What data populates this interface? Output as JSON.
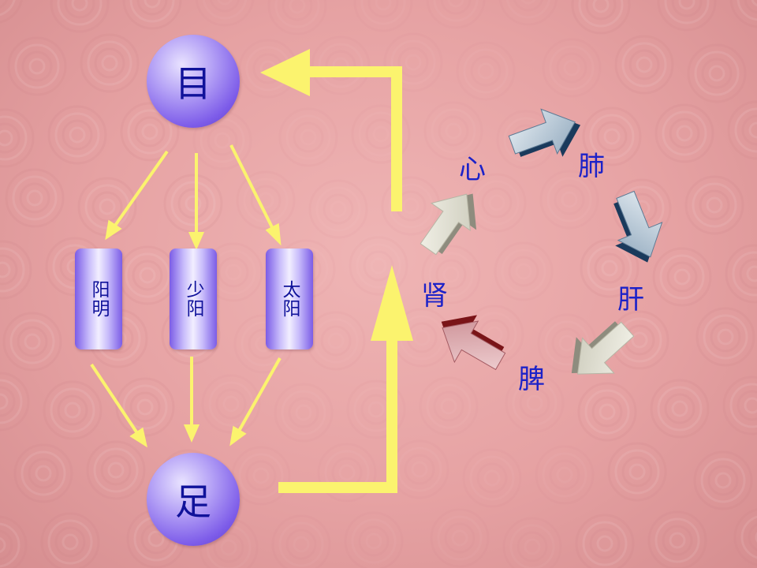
{
  "nodes": {
    "eye": "目",
    "foot": "足",
    "meridians": [
      "阳明",
      "少阳",
      "太阳"
    ]
  },
  "organs": {
    "heart": "心",
    "lung": "肺",
    "liver": "肝",
    "spleen": "脾",
    "kidney": "肾"
  },
  "colors": {
    "arrow_yellow": "#fbf36e",
    "text_blue": "#1c22c8",
    "node_purple": "#7d5ce9"
  }
}
